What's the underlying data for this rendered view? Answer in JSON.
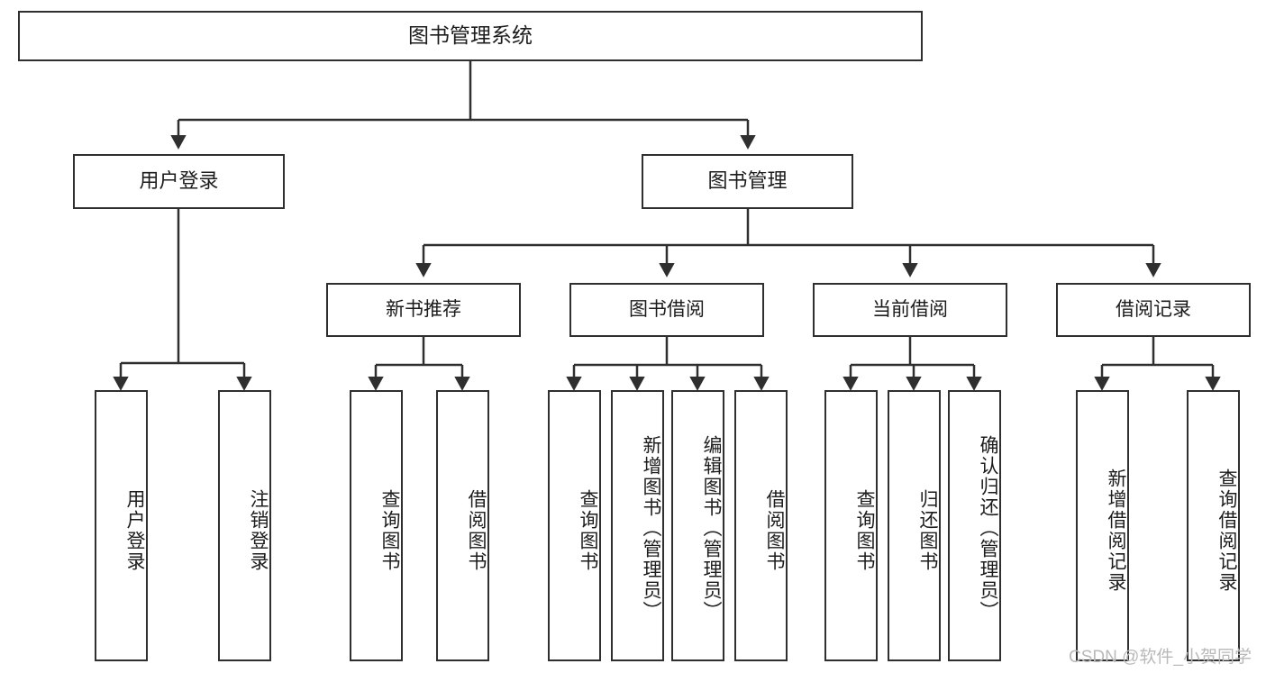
{
  "diagram": {
    "title": "图书管理系统",
    "type": "tree-hierarchy-diagram",
    "colors": {
      "box_border": "#2f2f2f",
      "box_fill": "#ffffff",
      "connector": "#2f2f2f",
      "text": "#1c1c1c",
      "watermark": "#b9b9b9"
    },
    "root": {
      "label": "图书管理系统"
    },
    "level2": [
      {
        "label": "用户登录"
      },
      {
        "label": "图书管理"
      }
    ],
    "level3": [
      {
        "label": "新书推荐"
      },
      {
        "label": "图书借阅"
      },
      {
        "label": "当前借阅"
      },
      {
        "label": "借阅记录"
      }
    ],
    "leaves": {
      "user_login": [
        {
          "label": "用户登录"
        },
        {
          "label": "注销登录"
        }
      ],
      "new_book_recommend": [
        {
          "label": "查询图书"
        },
        {
          "label": "借阅图书"
        }
      ],
      "book_borrow": [
        {
          "label": "查询图书"
        },
        {
          "label": "新增图书（管理员）"
        },
        {
          "label": "编辑图书（管理员）"
        },
        {
          "label": "借阅图书"
        }
      ],
      "current_borrow": [
        {
          "label": "查询图书"
        },
        {
          "label": "归还图书"
        },
        {
          "label": "确认归还（管理员）"
        }
      ],
      "borrow_record": [
        {
          "label": "新增借阅记录"
        },
        {
          "label": "查询借阅记录"
        }
      ]
    }
  },
  "watermark": {
    "text": "CSDN @软件_小贺同学"
  }
}
